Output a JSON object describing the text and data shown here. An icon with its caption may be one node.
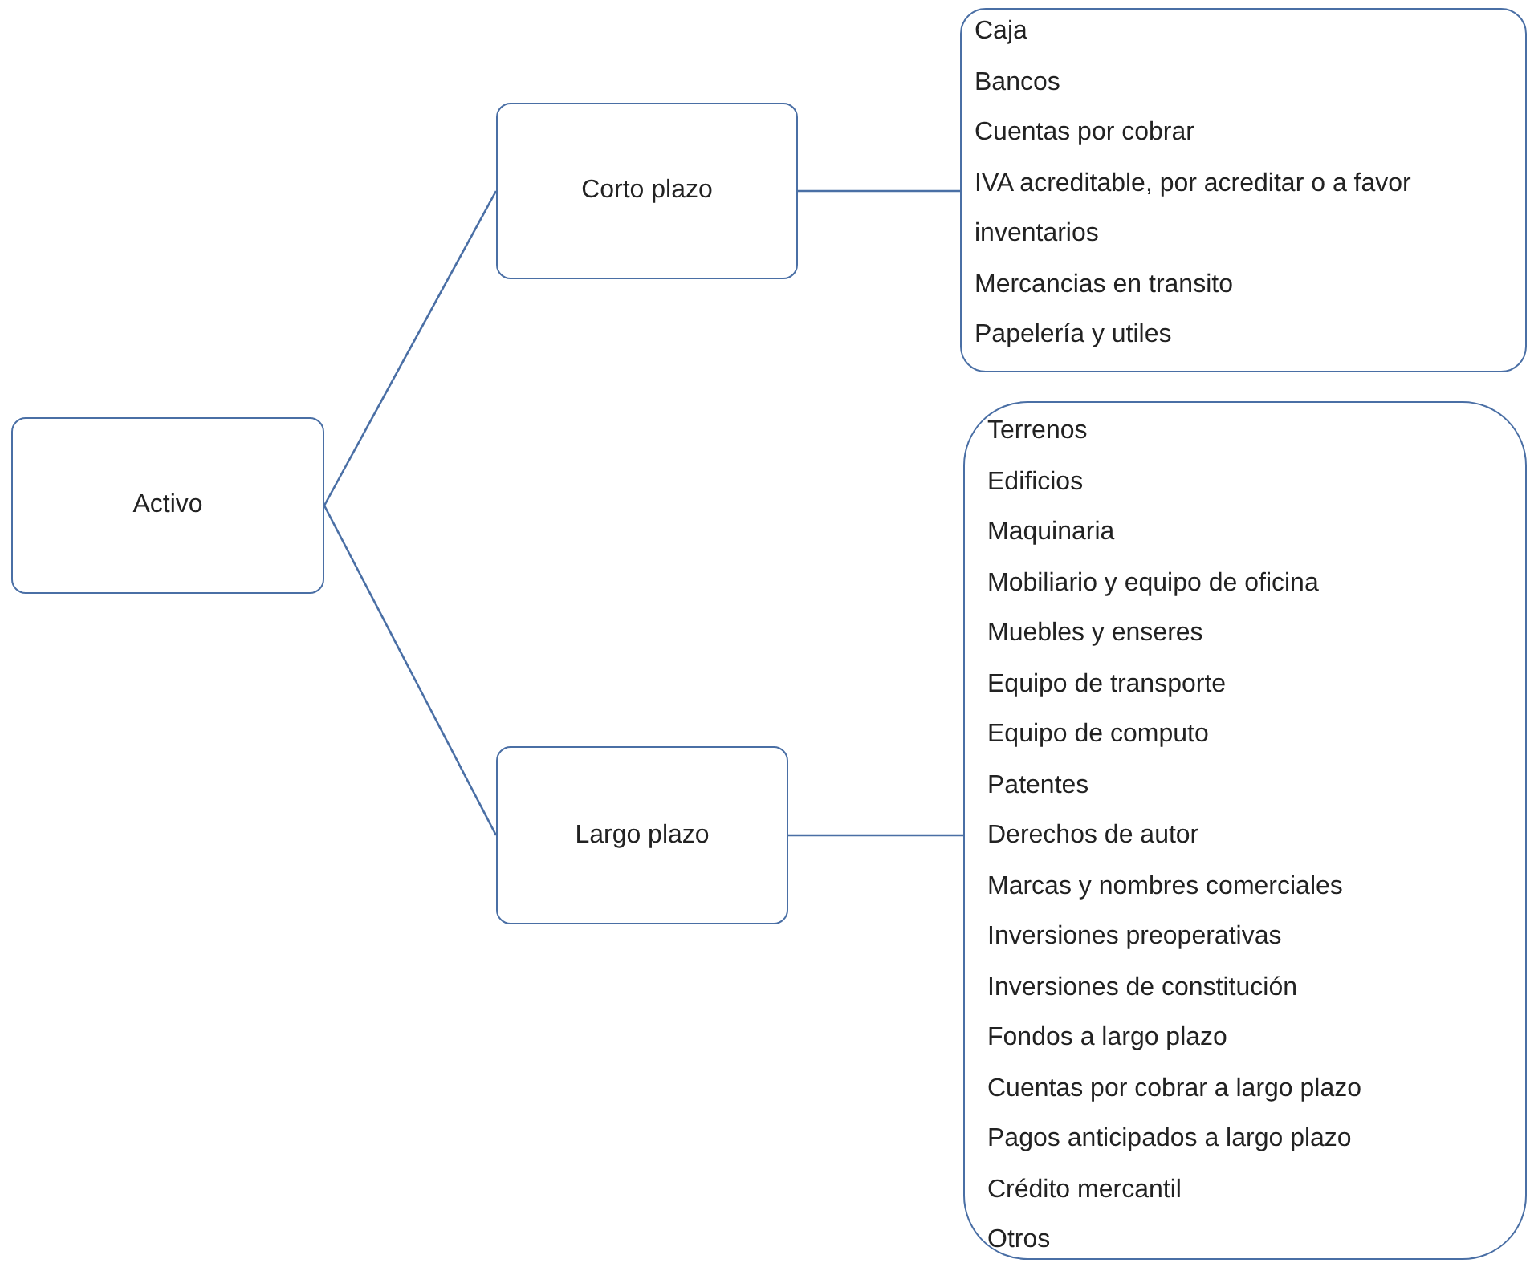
{
  "diagram": {
    "nodes": [
      {
        "text": [
          "Activo"
        ]
      },
      {
        "text": [
          "Corto plazo"
        ]
      },
      {
        "text": [
          "Largo plazo"
        ]
      },
      {
        "text": [
          "Caja",
          "Bancos",
          "Cuentas por cobrar",
          "IVA acreditable, por acreditar o a favor",
          "inventarios",
          "Mercancias en transito",
          "Papelería y utiles"
        ]
      },
      {
        "text": [
          "Terrenos",
          "Edificios",
          "Maquinaria",
          "Mobiliario y equipo de oficina",
          "Muebles y enseres",
          "Equipo de transporte",
          "Equipo de computo",
          "Patentes",
          "Derechos de autor",
          "Marcas y nombres comerciales",
          "Inversiones preoperativas",
          "Inversiones de constitución",
          "Fondos a largo plazo",
          "Cuentas por cobrar a largo plazo",
          "Pagos anticipados a largo plazo",
          "Crédito mercantil",
          "Otros"
        ]
      }
    ],
    "edges": [
      {
        "from": 0,
        "to": 1,
        "arrow": "none"
      },
      {
        "from": 0,
        "to": 2,
        "arrow": "none"
      },
      {
        "from": 1,
        "to": 3,
        "arrow": "none"
      },
      {
        "from": 2,
        "to": 4,
        "arrow": "none"
      }
    ]
  }
}
